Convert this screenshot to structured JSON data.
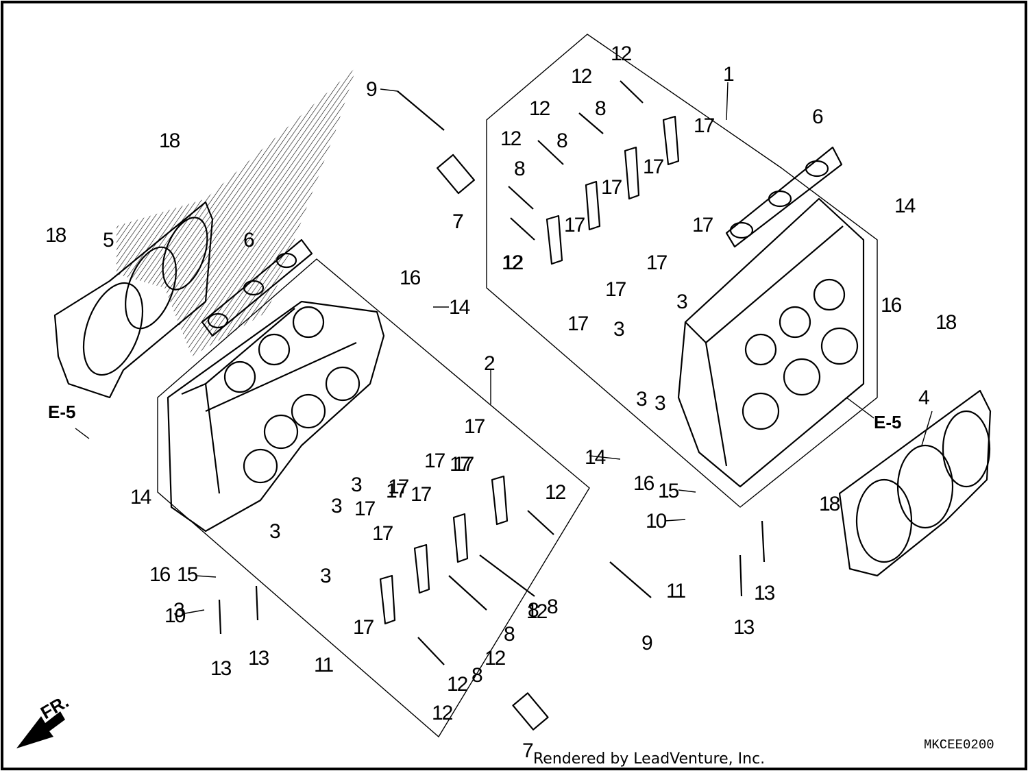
{
  "diagram": {
    "code": "MKCEE0200",
    "credit": "Rendered by LeadVenture, Inc.",
    "arrow_label": "FR.",
    "refs": [
      {
        "text": "E-5"
      },
      {
        "text": "E-5"
      }
    ],
    "labels": [
      "1",
      "2",
      "3",
      "3",
      "3",
      "3",
      "3",
      "3",
      "3",
      "3",
      "3",
      "4",
      "5",
      "6",
      "6",
      "7",
      "7",
      "7",
      "8",
      "8",
      "8",
      "8",
      "8",
      "8",
      "8",
      "9",
      "9",
      "10",
      "10",
      "11",
      "11",
      "12",
      "12",
      "12",
      "12",
      "12",
      "12",
      "12",
      "12",
      "12",
      "12",
      "12",
      "13",
      "13",
      "13",
      "13",
      "14",
      "14",
      "14",
      "14",
      "15",
      "15",
      "16",
      "16",
      "16",
      "16",
      "17",
      "17",
      "17",
      "17",
      "17",
      "17",
      "17",
      "17",
      "17",
      "17",
      "17",
      "17",
      "17",
      "17",
      "17",
      "17",
      "17",
      "17",
      "18",
      "18",
      "18",
      "18"
    ]
  }
}
